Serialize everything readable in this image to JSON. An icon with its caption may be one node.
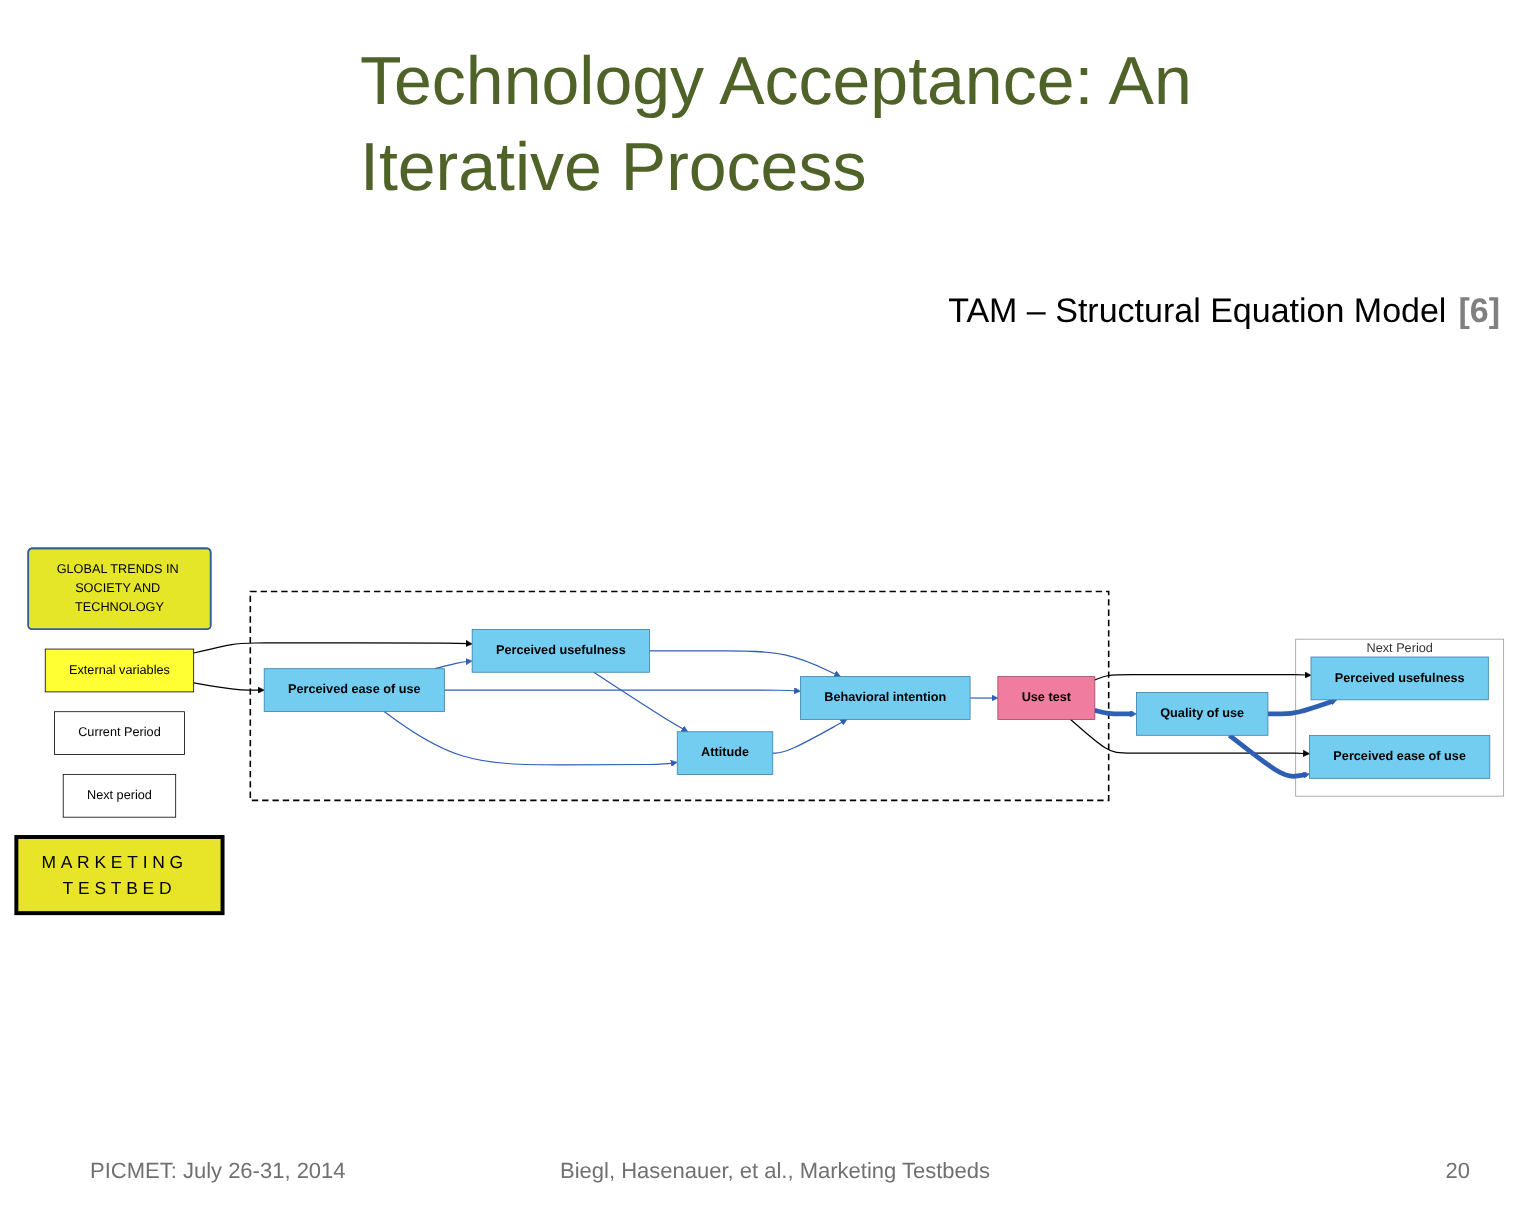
{
  "diagram": {
    "title": "Technology Acceptance: An Iterative Process",
    "nodes": [
      {
        "text": [
          "GLOBAL TRENDS IN SOCIETY AND TECHNOLOGY"
        ]
      },
      {
        "text": [
          "External variables"
        ]
      },
      {
        "text": [],
        "shape": "box"
      },
      {
        "text": [
          "Perceived usefulness"
        ],
        "in": 2
      },
      {
        "text": [
          "Attitude"
        ],
        "in": 2
      },
      {
        "text": [
          "Behavioral intention"
        ],
        "in": 2
      },
      {
        "text": [
          "Perceived ease of use"
        ],
        "in": 2
      },
      {
        "text": [
          "Use test"
        ],
        "in": 2
      },
      {
        "text": [
          "Quality of use"
        ]
      },
      {
        "text": [
          "Next Period"
        ]
      },
      {
        "text": [
          "Perceived usefulness"
        ],
        "in": 9
      },
      {
        "text": [
          "Perceived ease of use"
        ],
        "in": 9
      },
      {
        "text": [
          "Current Period"
        ]
      },
      {
        "text": [
          "Next period"
        ]
      },
      {
        "text": [
          "MARKETING TESTBED"
        ]
      }
    ],
    "edges": [
      {
        "from": 1,
        "to": 3,
        "arrow": "to",
        "color": "#000000"
      },
      {
        "from": 1,
        "to": 6,
        "arrow": "to",
        "color": "#000000"
      },
      {
        "from": 3,
        "to": 4,
        "arrow": "to"
      },
      {
        "from": 3,
        "to": 5,
        "arrow": "to"
      },
      {
        "from": 6,
        "to": 3,
        "arrow": "to"
      },
      {
        "from": 6,
        "to": 4,
        "arrow": "to"
      },
      {
        "from": 6,
        "to": 5,
        "arrow": "to"
      },
      {
        "from": 4,
        "to": 5,
        "arrow": "to"
      },
      {
        "from": 5,
        "to": 7,
        "arrow": "to"
      },
      {
        "from": 7,
        "to": 8,
        "arrow": "to",
        "style": "thick"
      },
      {
        "from": 7,
        "to": 10,
        "arrow": "to",
        "color": "#000000"
      },
      {
        "from": 7,
        "to": 11,
        "arrow": "to",
        "color": "#000000"
      },
      {
        "from": 8,
        "to": 10,
        "arrow": "to",
        "style": "thick"
      },
      {
        "from": 8,
        "to": 11,
        "arrow": "to",
        "style": "thick"
      }
    ],
    "labels": [
      "TAM – Structural Equation Model",
      "[6]",
      "PICMET: July 26-31, 2014",
      "Biegl, Hasenauer, et al., Marketing Testbeds",
      "20"
    ]
  }
}
